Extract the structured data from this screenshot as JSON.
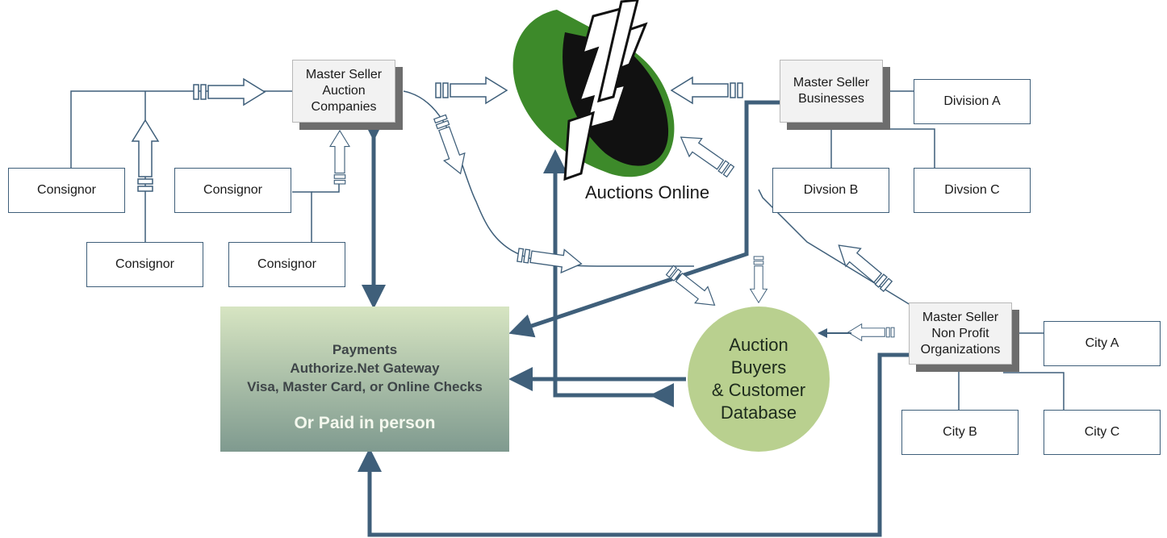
{
  "logo": {
    "caption": "Auctions Online"
  },
  "master_sellers": {
    "auction_companies": "Master Seller\nAuction\nCompanies",
    "businesses": "Master Seller\nBusinesses",
    "non_profit": "Master Seller\nNon Profit\nOrganizations"
  },
  "consignors": [
    "Consignor",
    "Consignor",
    "Consignor",
    "Consignor"
  ],
  "divisions": [
    "Division A",
    "Divsion B",
    "Divsion C"
  ],
  "cities": [
    "City A",
    "City B",
    "City C"
  ],
  "payments": {
    "title": "Payments",
    "gateway": "Authorize.Net Gateway",
    "methods": "Visa, Master Card, or Online Checks",
    "alt": "Or Paid in person"
  },
  "database": {
    "label": "Auction\nBuyers\n& Customer\nDatabase"
  },
  "colors": {
    "connector": "#3f5f7a",
    "logo_green": "#3d8a2a",
    "payments_top": "#d7e5c2",
    "payments_bottom": "#7f9a8f",
    "database_fill": "#b9d08f"
  }
}
